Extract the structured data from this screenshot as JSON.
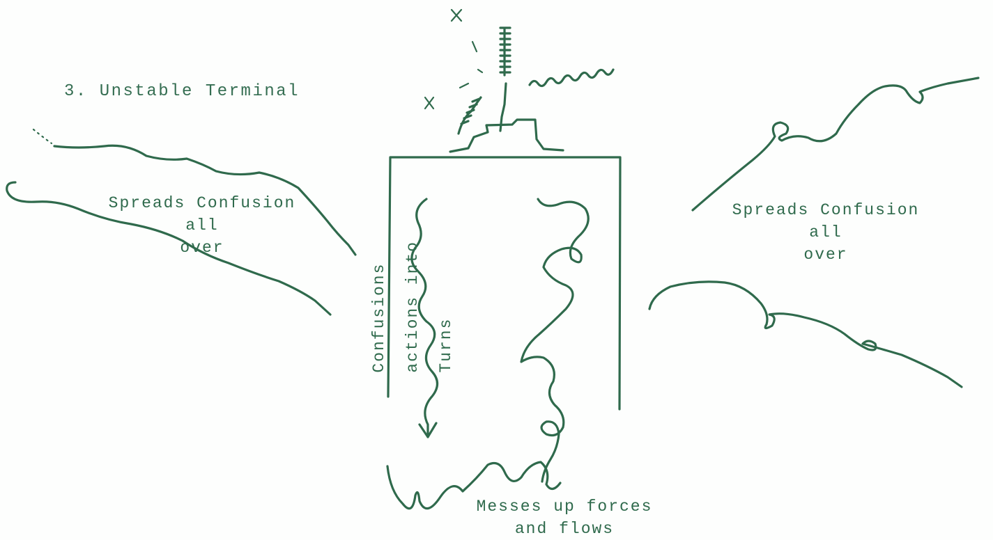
{
  "colors": {
    "ink": "#2f6a4c",
    "paper": "#fdfefd"
  },
  "diagram": {
    "title": "3. Unstable Terminal",
    "left_note": [
      "Spreads Confusion",
      "all",
      "over"
    ],
    "right_note": [
      "Spreads Confusion",
      "all",
      "over"
    ],
    "vertical_note": [
      "Turns",
      "actions into",
      "Confusions"
    ],
    "bottom_note": [
      "Messes up forces",
      "and flows"
    ]
  }
}
